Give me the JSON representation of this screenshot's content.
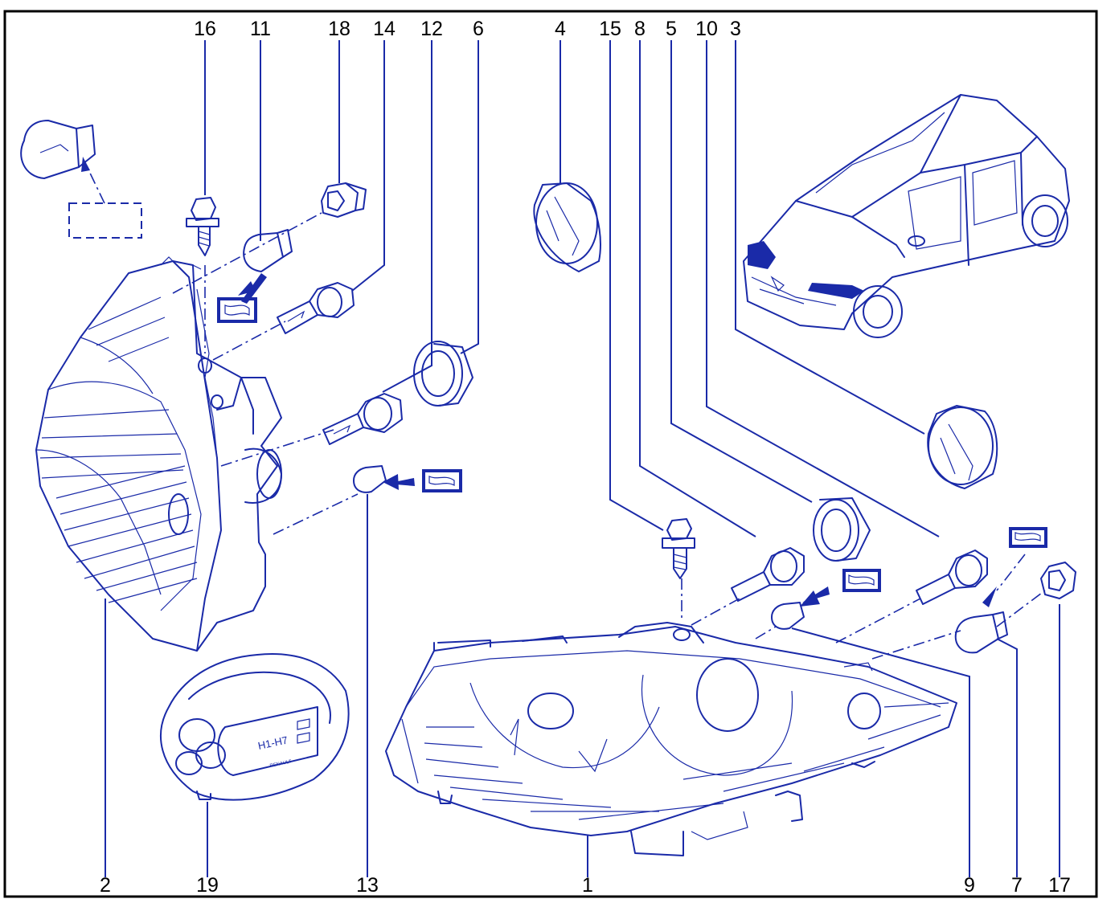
{
  "colors": {
    "line": "#1a2aa8",
    "text": "#000000",
    "frame": "#000000"
  },
  "callouts_top": [
    "16",
    "11",
    "18",
    "14",
    "12",
    "6",
    "4",
    "15",
    "8",
    "5",
    "10",
    "3"
  ],
  "callouts_bottom": [
    "2",
    "19",
    "13",
    "1",
    "9",
    "7",
    "17"
  ],
  "bulb_pack": {
    "label": "H1-H7",
    "brand": "RENAULT"
  }
}
